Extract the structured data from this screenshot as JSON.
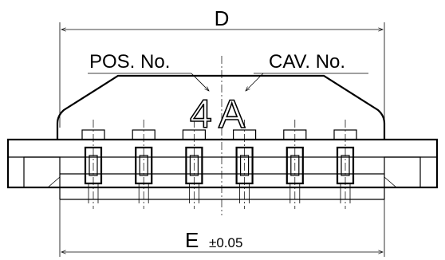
{
  "dimensions": {
    "overall_width_label": "D",
    "pitch_total_label": "E",
    "pitch_tolerance": "±0.05"
  },
  "callouts": {
    "position_number_label": "POS. No.",
    "cavity_number_label": "CAV. No."
  },
  "marking": {
    "position_number": "4",
    "cavity_letter": "A"
  },
  "contact_count": 6
}
